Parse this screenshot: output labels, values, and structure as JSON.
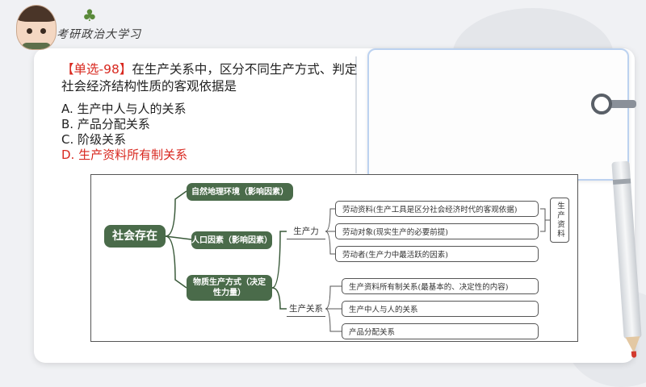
{
  "header": {
    "logo_text": "考研政治大学习",
    "logo_emblem": "♣"
  },
  "question": {
    "tag": "【单选-98】",
    "text": "在生产关系中，区分不同生产方式、判定社会经济结构性质的客观依据是"
  },
  "options": [
    {
      "label": "A. 生产中人与人的关系",
      "correct": false
    },
    {
      "label": "B. 产品分配关系",
      "correct": false
    },
    {
      "label": "C. 阶级关系",
      "correct": false
    },
    {
      "label": "D. 生产资料所有制关系",
      "correct": true
    }
  ],
  "mindmap": {
    "root": "社会存在",
    "factors": {
      "geo": "自然地理环境（影响因素）",
      "population": "人口因素（影响因素）",
      "production": "物质生产方式（决定性力量）"
    },
    "forces": {
      "label": "生产力",
      "items": [
        "劳动资料(生产工具是区分社会经济时代的客观依据)",
        "劳动对象(现实生产的必要前提)",
        "劳动者(生产力中最活跃的因素)"
      ],
      "side_note": "生产资料"
    },
    "relations": {
      "label": "生产关系",
      "items": [
        "生产资料所有制关系(最基本的、决定性的内容)",
        "生产中人与人的关系",
        "产品分配关系"
      ]
    }
  },
  "colors": {
    "accent_red": "#d8281f",
    "node_green": "#4a6b4a"
  }
}
